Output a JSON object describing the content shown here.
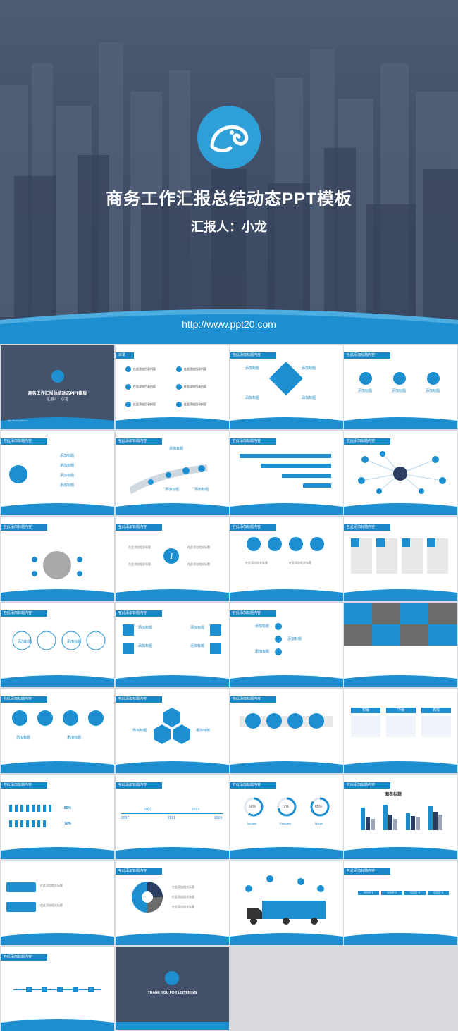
{
  "cover": {
    "title": "商务工作汇报总结动态PPT模板",
    "reporter": "汇报人：小龙",
    "url": "http://www.ppt20.com"
  },
  "thumbs": {
    "mini_title": "商务工作汇报总结动态PPT模板",
    "mini_reporter": "汇报人：小龙",
    "mini_url": "http://www.ppt20.com",
    "header": "在此添加标题内容",
    "toc_header": "目录",
    "toc_item": "在此添加目录内容",
    "add_title": "添加标题",
    "add_text": "在此添加相关标题",
    "year_2007": "2007",
    "year_2009": "2009",
    "year_2011": "2011",
    "year_2013": "2013",
    "year_2016": "2016",
    "pct_80": "80%",
    "pct_70": "70%",
    "pct_60": "60%",
    "pct_72": "72%",
    "pct_85": "85%",
    "month_jan": "January",
    "month_feb": "February",
    "month_mar": "March",
    "chart_title": "图表标题",
    "thanks": "THANK YOU FOR LISTENING",
    "step1": "STEP 1",
    "step2": "STEP 2",
    "step3": "STEP 3",
    "step4": "STEP 4",
    "col_a": "初级",
    "col_b": "中级",
    "col_c": "高级"
  },
  "colors": {
    "accent": "#1d8fd0",
    "dark": "#3b4862",
    "grey": "#6b6b6b"
  }
}
